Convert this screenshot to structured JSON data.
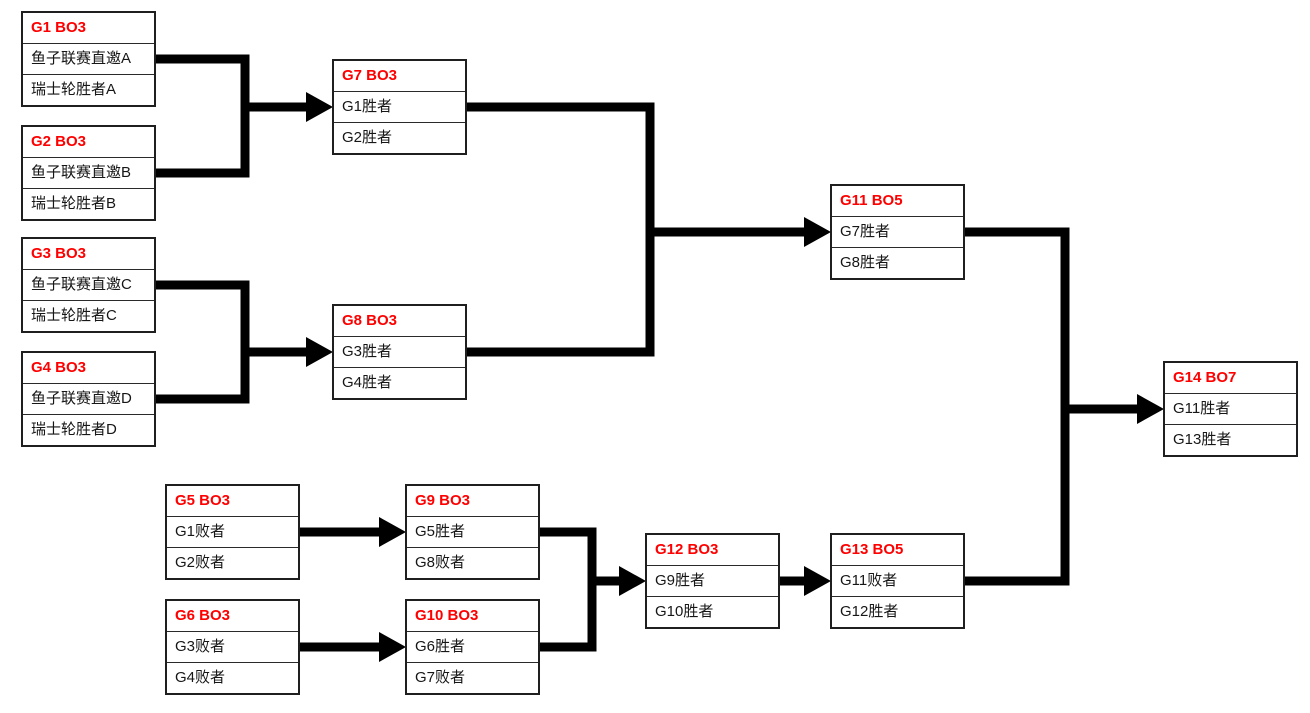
{
  "diagram": {
    "kind": "double-elimination-bracket",
    "colors": {
      "header_text": "#ff0000",
      "body_text": "#161616",
      "box_border": "#1f1f1f",
      "connector": "#000000",
      "background": "#ffffff"
    },
    "matches": [
      {
        "id": "G1",
        "title": "G1 BO3",
        "rows": [
          "鱼子联赛直邀A",
          "瑞士轮胜者A"
        ]
      },
      {
        "id": "G2",
        "title": "G2 BO3",
        "rows": [
          "鱼子联赛直邀B",
          "瑞士轮胜者B"
        ]
      },
      {
        "id": "G3",
        "title": "G3 BO3",
        "rows": [
          "鱼子联赛直邀C",
          "瑞士轮胜者C"
        ]
      },
      {
        "id": "G4",
        "title": "G4 BO3",
        "rows": [
          "鱼子联赛直邀D",
          "瑞士轮胜者D"
        ]
      },
      {
        "id": "G5",
        "title": "G5 BO3",
        "rows": [
          "G1败者",
          "G2败者"
        ]
      },
      {
        "id": "G6",
        "title": "G6 BO3",
        "rows": [
          "G3败者",
          "G4败者"
        ]
      },
      {
        "id": "G7",
        "title": "G7 BO3",
        "rows": [
          "G1胜者",
          "G2胜者"
        ]
      },
      {
        "id": "G8",
        "title": "G8 BO3",
        "rows": [
          "G3胜者",
          "G4胜者"
        ]
      },
      {
        "id": "G9",
        "title": "G9 BO3",
        "rows": [
          "G5胜者",
          "G8败者"
        ]
      },
      {
        "id": "G10",
        "title": "G10 BO3",
        "rows": [
          "G6胜者",
          "G7败者"
        ]
      },
      {
        "id": "G11",
        "title": "G11 BO5",
        "rows": [
          "G7胜者",
          "G8胜者"
        ]
      },
      {
        "id": "G12",
        "title": "G12 BO3",
        "rows": [
          "G9胜者",
          "G10胜者"
        ]
      },
      {
        "id": "G13",
        "title": "G13 BO5",
        "rows": [
          "G11败者",
          "G12胜者"
        ]
      },
      {
        "id": "G14",
        "title": "G14 BO7",
        "rows": [
          "G11胜者",
          "G13胜者"
        ]
      }
    ],
    "connections": [
      {
        "type": "merge",
        "sources": [
          "G1",
          "G2"
        ],
        "target": "G7"
      },
      {
        "type": "merge",
        "sources": [
          "G3",
          "G4"
        ],
        "target": "G8"
      },
      {
        "type": "merge",
        "sources": [
          "G7",
          "G8"
        ],
        "target": "G11"
      },
      {
        "type": "merge",
        "sources": [
          "G9",
          "G10"
        ],
        "target": "G12"
      },
      {
        "type": "merge",
        "sources": [
          "G11",
          "G13"
        ],
        "target": "G14"
      },
      {
        "type": "straight",
        "sources": [
          "G5"
        ],
        "target": "G9"
      },
      {
        "type": "straight",
        "sources": [
          "G6"
        ],
        "target": "G10"
      },
      {
        "type": "straight",
        "sources": [
          "G12"
        ],
        "target": "G13"
      }
    ]
  }
}
